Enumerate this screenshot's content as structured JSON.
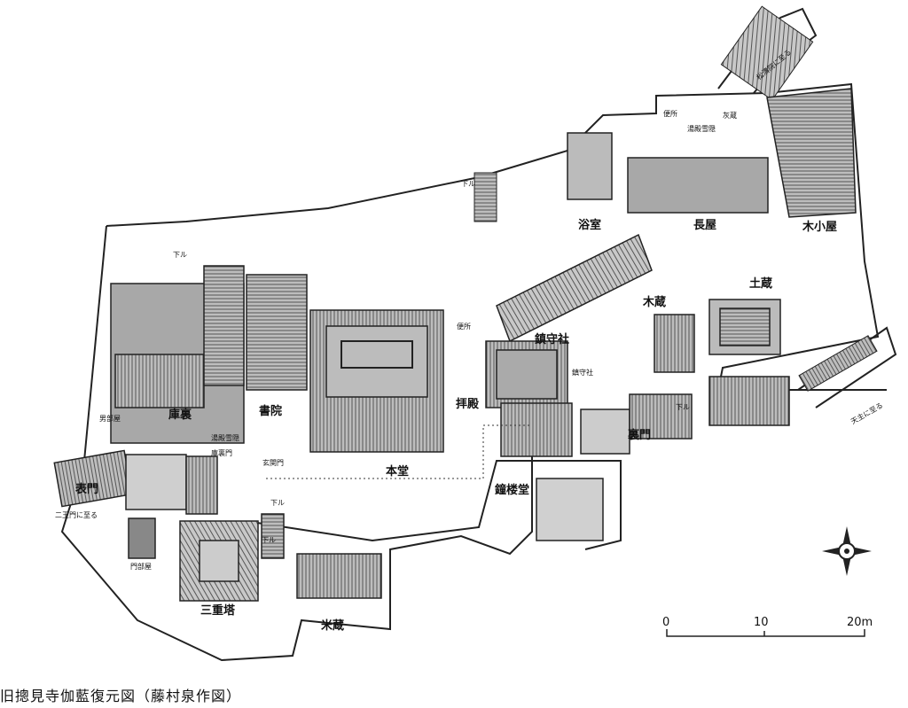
{
  "labels": {
    "matsudoin": "松濤院に至る",
    "benjo_north": "便所",
    "haigura": "灰蔵",
    "yudono_north": "湯殿雪隠",
    "yokushitsu": "浴室",
    "nagaya": "長屋",
    "kigoya": "木小屋",
    "mokugura": "木蔵",
    "dozo": "土蔵",
    "chinjusha": "鎮守社",
    "chinjusha_small": "鎮守社",
    "benjo_center": "便所",
    "haiden": "拝殿",
    "shoin": "書院",
    "kuri": "庫裏",
    "otokobeya": "男部屋",
    "yudono_west": "湯殿雪隠",
    "kurimon": "庫裏門",
    "genkanmon": "玄関門",
    "hondo": "本堂",
    "omotemon": "表門",
    "niomon": "二王門に至る",
    "monbeya": "門部屋",
    "sanjuto": "三重塔",
    "komegura": "米蔵",
    "shoro": "鐘楼堂",
    "uramon": "裏門",
    "tenshu": "天主に至る",
    "sagaru": "下ル"
  },
  "scale": {
    "zero": "0",
    "mid": "10",
    "end": "20m"
  },
  "caption": "旧摠見寺伽藍復元図（藤村泉作図）",
  "colors": {
    "ink": "#222222",
    "roof": "#9a9a9a",
    "paper": "#ffffff"
  }
}
